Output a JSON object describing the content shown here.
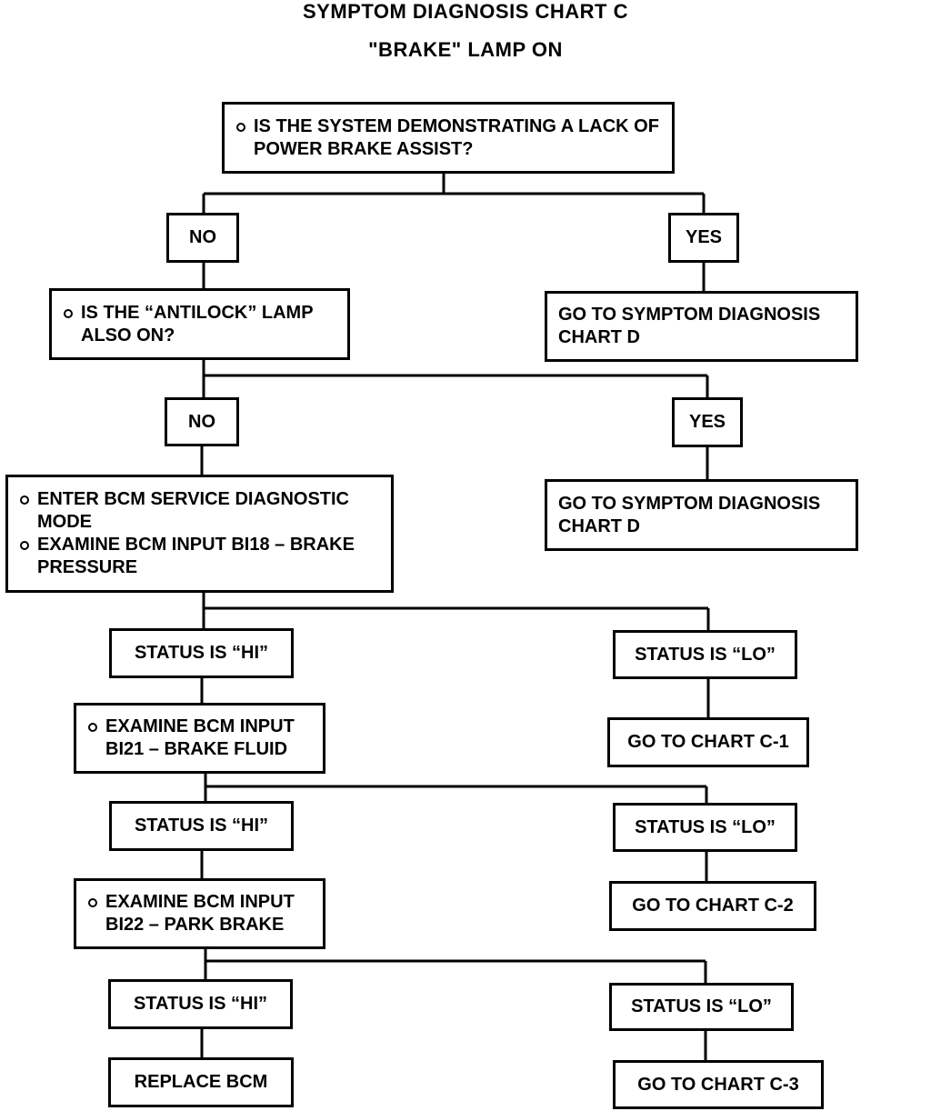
{
  "title": "SYMPTOM DIAGNOSIS CHART C",
  "subtitle": "\"BRAKE\" LAMP ON",
  "nodes": {
    "q_power_assist": "IS THE SYSTEM DEMONSTRATING A LACK OF POWER BRAKE ASSIST?",
    "no_1": "NO",
    "yes_1": "YES",
    "q_antilock": "IS THE “ANTILOCK” LAMP ALSO ON?",
    "goto_chart_d_1": "GO TO SYMPTOM DIAGNOSIS CHART D",
    "no_2": "NO",
    "yes_2": "YES",
    "goto_chart_d_2": "GO TO SYMPTOM DIAGNOSIS CHART D",
    "step_enter_bcm": "ENTER BCM SERVICE DIAGNOSTIC MODE",
    "step_examine_bi18": "EXAMINE BCM INPUT BI18 – BRAKE PRESSURE",
    "status_hi_1": "STATUS IS “HI”",
    "status_lo_1": "STATUS IS “LO”",
    "step_examine_bi21": "EXAMINE BCM INPUT BI21 – BRAKE FLUID",
    "goto_chart_c1": "GO TO CHART C-1",
    "status_hi_2": "STATUS IS “HI”",
    "status_lo_2": "STATUS IS “LO”",
    "step_examine_bi22": "EXAMINE BCM INPUT BI22 – PARK BRAKE",
    "goto_chart_c2": "GO TO CHART C-2",
    "status_hi_3": "STATUS IS “HI”",
    "status_lo_3": "STATUS IS “LO”",
    "replace_bcm": "REPLACE BCM",
    "goto_chart_c3": "GO TO CHART C-3"
  }
}
